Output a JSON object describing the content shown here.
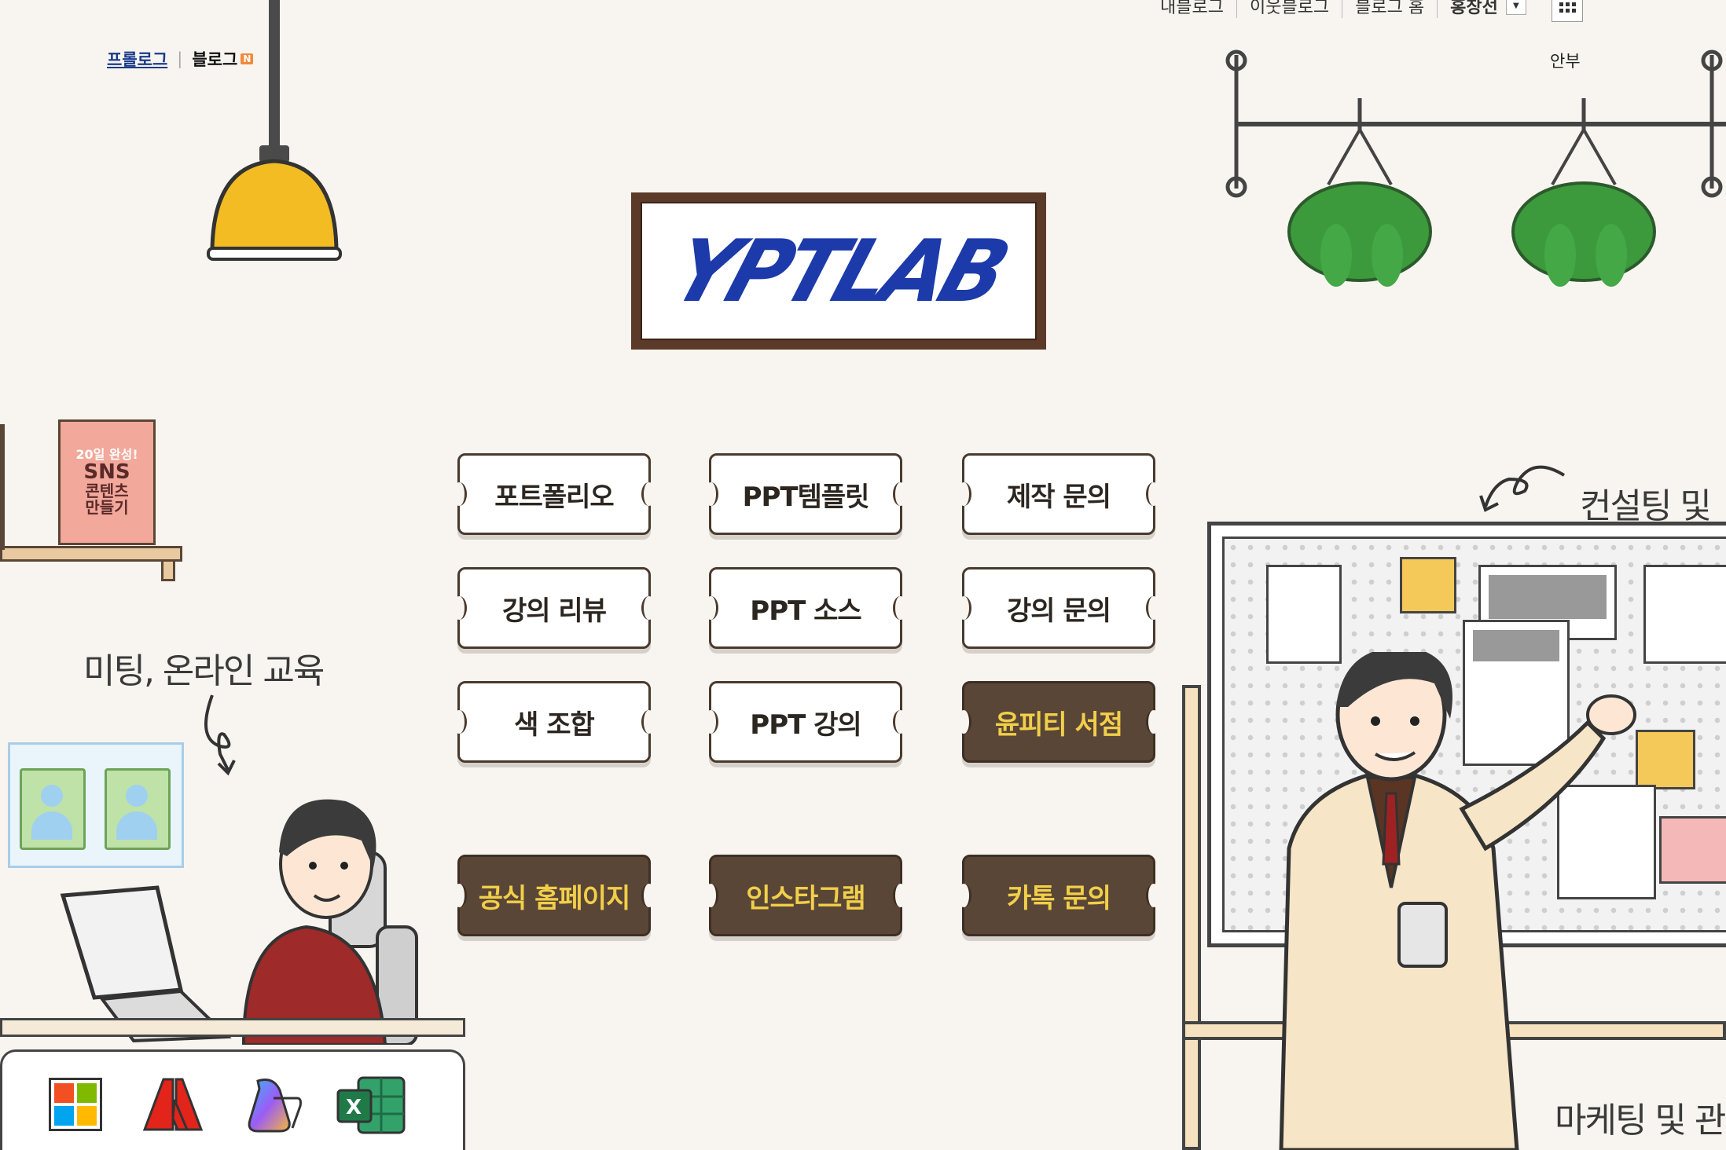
{
  "topnav": {
    "my_blog": "내블로그",
    "neighbor_blog": "이웃블로그",
    "blog_home": "블로그 홈",
    "user_name": "홍창선"
  },
  "breadcrumb": {
    "prologue": "프롤로그",
    "blog": "블로그",
    "new_badge": "N"
  },
  "notice": "안부",
  "logo_text": "YPTLAB",
  "book": {
    "line1": "20일 완성!",
    "line2": "SNS",
    "line3": "콘텐츠",
    "line4": "만들기"
  },
  "labels": {
    "meeting": "미팅, 온라인 교육",
    "consulting": "컨설팅 및",
    "marketing": "마케팅 및 관"
  },
  "menu": [
    {
      "label": "포트폴리오",
      "style": "light"
    },
    {
      "label": "PPT템플릿",
      "style": "light"
    },
    {
      "label": "제작 문의",
      "style": "light"
    },
    {
      "label": "강의 리뷰",
      "style": "light"
    },
    {
      "label": "PPT 소스",
      "style": "light"
    },
    {
      "label": "강의 문의",
      "style": "light"
    },
    {
      "label": "색 조합",
      "style": "light"
    },
    {
      "label": "PPT 강의",
      "style": "light"
    },
    {
      "label": "윤피티 서점",
      "style": "dark"
    },
    {
      "label": "공식 홈페이지",
      "style": "dark"
    },
    {
      "label": "인스타그램",
      "style": "dark"
    },
    {
      "label": "카톡 문의",
      "style": "dark"
    }
  ],
  "apps": [
    "windows-icon",
    "adobe-icon",
    "copilot-icon",
    "excel-icon"
  ],
  "colors": {
    "background": "#f8f5f0",
    "button_dark": "#5a4636",
    "button_dark_text": "#f1cf4a",
    "logo_blue": "#1c3aa9",
    "frame_brown": "#5b3a29"
  }
}
